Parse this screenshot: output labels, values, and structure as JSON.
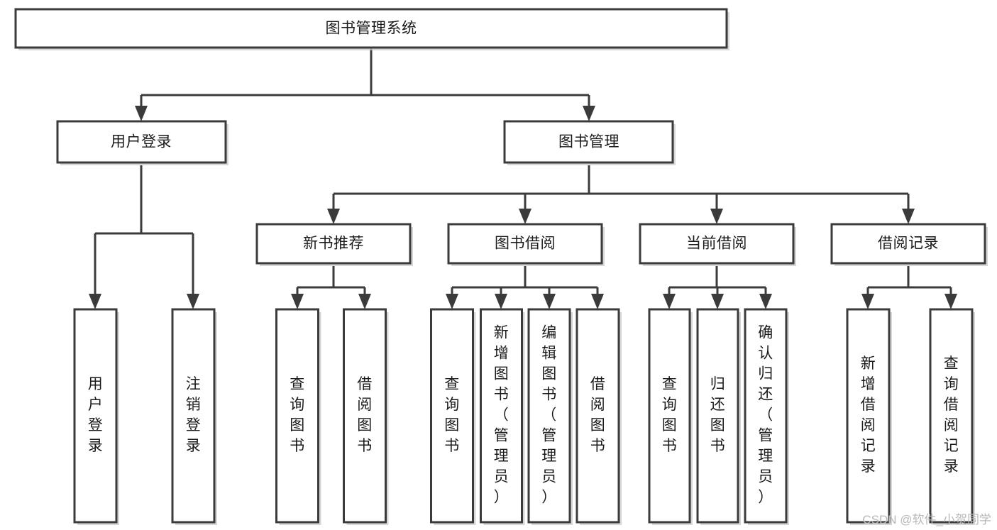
{
  "diagram": {
    "type": "hierarchy-tree",
    "title": "图书管理系统",
    "watermark": "CSDN @软件_小贺同学",
    "colors": {
      "box_stroke": "#3b3b3b",
      "box_fill": "#ffffff",
      "text": "#1a1a1a",
      "watermark": "#b9b9b9",
      "background": "#ffffff"
    },
    "levels": {
      "root": {
        "label": "图书管理系统"
      },
      "level2": [
        {
          "id": "user-login",
          "label": "用户登录"
        },
        {
          "id": "book-manage",
          "label": "图书管理"
        }
      ],
      "level3": [
        {
          "id": "new-book-rec",
          "label": "新书推荐",
          "parent": "book-manage"
        },
        {
          "id": "book-borrow",
          "label": "图书借阅",
          "parent": "book-manage"
        },
        {
          "id": "current-borrow",
          "label": "当前借阅",
          "parent": "book-manage"
        },
        {
          "id": "borrow-record",
          "label": "借阅记录",
          "parent": "book-manage"
        }
      ],
      "leaves": [
        {
          "id": "leaf-user-login",
          "label": "用户登录",
          "parent": "user-login"
        },
        {
          "id": "leaf-logout",
          "label": "注销登录",
          "parent": "user-login"
        },
        {
          "id": "leaf-query-book-1",
          "label": "查询图书",
          "parent": "new-book-rec"
        },
        {
          "id": "leaf-borrow-book-1",
          "label": "借阅图书",
          "parent": "new-book-rec"
        },
        {
          "id": "leaf-query-book-2",
          "label": "查询图书",
          "parent": "book-borrow"
        },
        {
          "id": "leaf-add-book",
          "label": "新增图书（管理员）",
          "parent": "book-borrow"
        },
        {
          "id": "leaf-edit-book",
          "label": "编辑图书（管理员）",
          "parent": "book-borrow"
        },
        {
          "id": "leaf-borrow-book-2",
          "label": "借阅图书",
          "parent": "book-borrow"
        },
        {
          "id": "leaf-query-book-3",
          "label": "查询图书",
          "parent": "current-borrow"
        },
        {
          "id": "leaf-return-book",
          "label": "归还图书",
          "parent": "current-borrow"
        },
        {
          "id": "leaf-confirm-return",
          "label": "确认归还（管理员）",
          "parent": "current-borrow"
        },
        {
          "id": "leaf-add-record",
          "label": "新增借阅记录",
          "parent": "borrow-record"
        },
        {
          "id": "leaf-query-record",
          "label": "查询借阅记录",
          "parent": "borrow-record"
        }
      ]
    }
  }
}
